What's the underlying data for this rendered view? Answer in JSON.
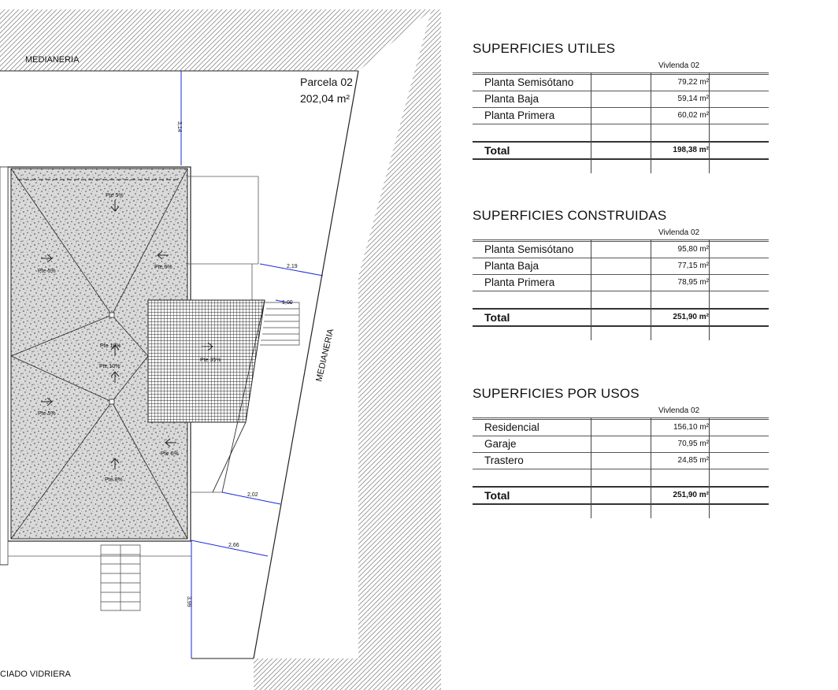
{
  "plan": {
    "medianera_top": "MEDIANERIA",
    "medianera_side": "MEDIANERIA",
    "bottom_label": "CIADO VIDRIERA",
    "parcela_name": "Parcela 02",
    "parcela_area": "202,04 m²",
    "dims": {
      "d1": "3,14",
      "d2": "2,19",
      "d3": "1,00",
      "d4": "2,02",
      "d5": "2,66",
      "d6": "3,99"
    },
    "slopes": {
      "s_top": "Pte 5%",
      "s_left_up": "Pte 5%",
      "s_right_up": "Pte 6%",
      "s_center_a": "Pte 10%",
      "s_center_b": "Pte 10%",
      "s_left_low": "Pte 5%",
      "s_right_low": "Pte 6%",
      "s_bottom": "Pte 8%",
      "s_mesh": "Pte 35%"
    }
  },
  "tables": [
    {
      "title": "SUPERFICIES UTILES",
      "column": "Vivlenda 02",
      "rows": [
        {
          "label": "Planta Semisótano",
          "value": "79,22 m²"
        },
        {
          "label": "Planta Baja",
          "value": "59,14 m²"
        },
        {
          "label": "Planta Primera",
          "value": "60,02 m²"
        }
      ],
      "total_label": "Total",
      "total_value": "198,38 m²"
    },
    {
      "title": "SUPERFICIES CONSTRUIDAS",
      "column": "Vivlenda 02",
      "rows": [
        {
          "label": "Planta Semisótano",
          "value": "95,80 m²"
        },
        {
          "label": "Planta Baja",
          "value": "77,15 m²"
        },
        {
          "label": "Planta Primera",
          "value": "78,95 m²"
        }
      ],
      "total_label": "Total",
      "total_value": "251,90 m²"
    },
    {
      "title": "SUPERFICIES POR USOS",
      "column": "Vivlenda 02",
      "rows": [
        {
          "label": "Residencial",
          "value": "156,10 m²"
        },
        {
          "label": "Garaje",
          "value": "70,95 m²"
        },
        {
          "label": "Trastero",
          "value": "24,85 m²"
        }
      ],
      "total_label": "Total",
      "total_value": "251,90 m²"
    }
  ]
}
